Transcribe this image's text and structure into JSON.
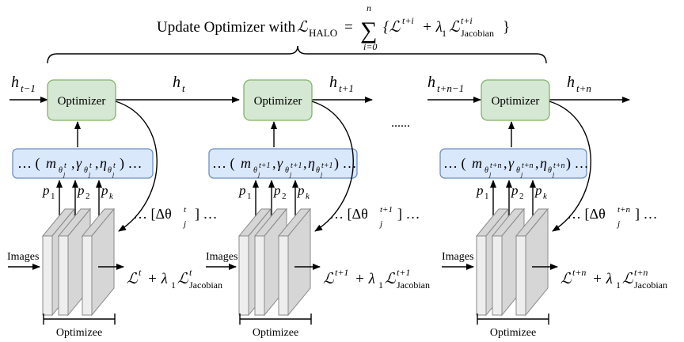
{
  "top_label": {
    "prefix": "Update Optimizer with",
    "loss_symbol": "ℒ",
    "loss_sub": "HALO",
    "equals": "=",
    "sum_upper": "n",
    "sum_lower": "i=0",
    "body_open": "{ℒ",
    "body_sup1": "t+i",
    "body_mid": "+ λ",
    "lambda_sub": "1",
    "body_loss": "ℒ",
    "jac_sup": "t+i",
    "jac_sub": "Jacobian",
    "body_close": "}"
  },
  "optimizer_label": "Optimizer",
  "images_label": "Images",
  "optimizee_label": "Optimizee",
  "ellipsis_between": "......",
  "hidden_states": {
    "in_first": {
      "base": "h",
      "sub": "t−1"
    },
    "mid1": {
      "base": "h",
      "sub": "t"
    },
    "mid2": {
      "base": "h",
      "sub": "t+1"
    },
    "in_last": {
      "base": "h",
      "sub": "t+n−1"
    },
    "out_last": {
      "base": "h",
      "sub": "t+n"
    }
  },
  "blocks": [
    {
      "step_sup": "t",
      "params": {
        "m_sup": "t",
        "g_sup": "t",
        "e_sup": "t",
        "theta_sub": "j"
      },
      "p_labels": [
        "p",
        "p",
        "p"
      ],
      "p_subs": [
        "1",
        "2",
        "k"
      ],
      "delta": {
        "open": "… [Δθ",
        "sup": "t",
        "sub": "j",
        "close": "] …"
      },
      "loss": {
        "base": "ℒ",
        "sup": "t",
        "mid": "+ λ",
        "lsub": "1",
        "jac": "ℒ",
        "jsup": "t",
        "jsub": "Jacobian"
      }
    },
    {
      "step_sup": "t+1",
      "params": {
        "m_sup": "t+1",
        "g_sup": "t+1",
        "e_sup": "t+1",
        "theta_sub": "j"
      },
      "p_labels": [
        "p",
        "p",
        "p"
      ],
      "p_subs": [
        "1",
        "2",
        "k"
      ],
      "delta": {
        "open": "… [Δθ",
        "sup": "t+1",
        "sub": "j",
        "close": "] …"
      },
      "loss": {
        "base": "ℒ",
        "sup": "t+1",
        "mid": "+ λ",
        "lsub": "1",
        "jac": "ℒ",
        "jsup": "t+1",
        "jsub": "Jacobian"
      }
    },
    {
      "step_sup": "t+n",
      "params": {
        "m_sup": "t+n",
        "g_sup": "t+n",
        "e_sup": "t+n",
        "theta_sub": "j"
      },
      "p_labels": [
        "p",
        "p",
        "p"
      ],
      "p_subs": [
        "1",
        "2",
        "k"
      ],
      "delta": {
        "open": "… [Δθ",
        "sup": "t+n",
        "sub": "j",
        "close": "] …"
      },
      "loss": {
        "base": "ℒ",
        "sup": "t+n",
        "mid": "+ λ",
        "lsub": "1",
        "jac": "ℒ",
        "jsup": "t+n",
        "jsub": "Jacobian"
      }
    }
  ],
  "colors": {
    "optimizer_fill": "#d5e8d4",
    "optimizer_stroke": "#82b366",
    "params_fill": "#dae8fc",
    "params_stroke": "#6c8ebf"
  }
}
